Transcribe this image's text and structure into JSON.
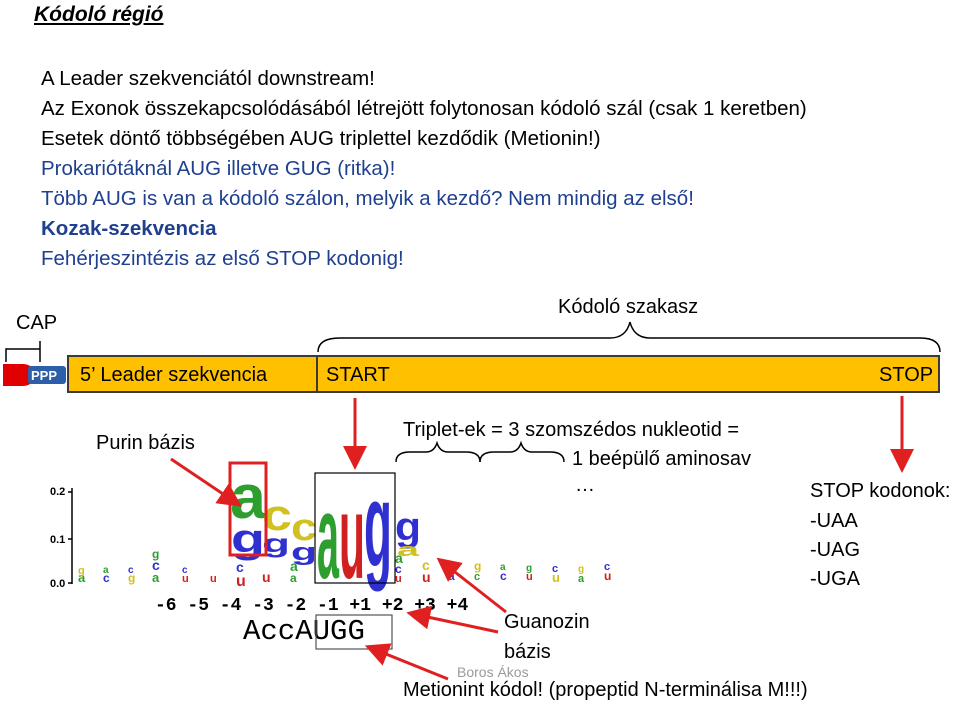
{
  "title": "Kódoló régió",
  "bullets": [
    "A Leader szekvenciától downstream!",
    "Az Exonok összekapcsolódásából létrejött folytonosan kódoló szál (csak 1 keretben)",
    "Esetek döntő többségében AUG triplettel kezdődik (Metionin!)",
    "Prokariótáknál AUG illetve GUG (ritka)!",
    "Több AUG is van a kódoló szálon, melyik a kezdő? Nem mindig az első!",
    "Kozak-szekvencia",
    "Fehérjeszintézis  az első STOP kodonig!"
  ],
  "diagram": {
    "cap_label": "CAP",
    "ppp_label": "PPP",
    "coding_label": "Kódoló szakasz",
    "leader_label": "5’ Leader szekvencia",
    "start_label": "START",
    "stop_label": "STOP",
    "bar_color": "#ffc000",
    "arrow_color": "#e02020"
  },
  "annotations": {
    "purine": "Purin bázis",
    "triplet_line1": "Triplet-ek = 3 szomszédos nukleotid =",
    "triplet_line2": "1 beépülő aminosav",
    "ellipsis": "…",
    "stop_codons_title": "STOP kodonok:",
    "stop_codons": [
      "-UAA",
      "-UAG",
      "-UGA"
    ],
    "guanosine_line1": "Guanozin",
    "guanosine_line2": "bázis",
    "methionine": "Metionint kódol! (propeptid N-terminálisa M!!!)",
    "credit": "Boros Ákos"
  },
  "logo": {
    "y_ticks": [
      "0.2",
      "0.1",
      "0.0"
    ],
    "positions": "-6 -5 -4 -3 -2 -1 +1 +2 +3 +4",
    "kozak_prefix": "Acc",
    "kozak_core": "AUG",
    "kozak_suffix": "G",
    "colors": {
      "a": "#2e9e2e",
      "c": "#3030d0",
      "g": "#d0c020",
      "u": "#d02020"
    }
  }
}
